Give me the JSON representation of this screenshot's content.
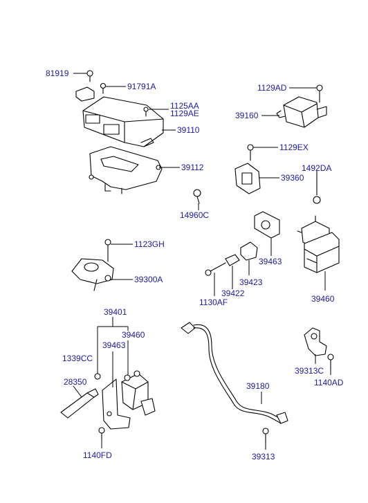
{
  "diagram": {
    "labels": {
      "p81919": "81919",
      "p91791A": "91791A",
      "p1125AA": "1125AA",
      "p1129AE": "1129AE",
      "p39110": "39110",
      "p39112": "39112",
      "p14960C": "14960C",
      "p1123GH": "1123GH",
      "p39300A": "39300A",
      "p1129AD": "1129AD",
      "p39160": "39160",
      "p1129EX": "1129EX",
      "p1492DA": "1492DA",
      "p39360": "39360",
      "p39463a": "39463",
      "p39423": "39423",
      "p39422": "39422",
      "p1130AF": "1130AF",
      "p39460a": "39460",
      "p39401": "39401",
      "p39463b": "39463",
      "p39460b": "39460",
      "p1339CC": "1339CC",
      "p28350": "28350",
      "p1140FD": "1140FD",
      "p39180": "39180",
      "p39313C": "39313C",
      "p1140AD": "1140AD",
      "p39313": "39313"
    }
  }
}
